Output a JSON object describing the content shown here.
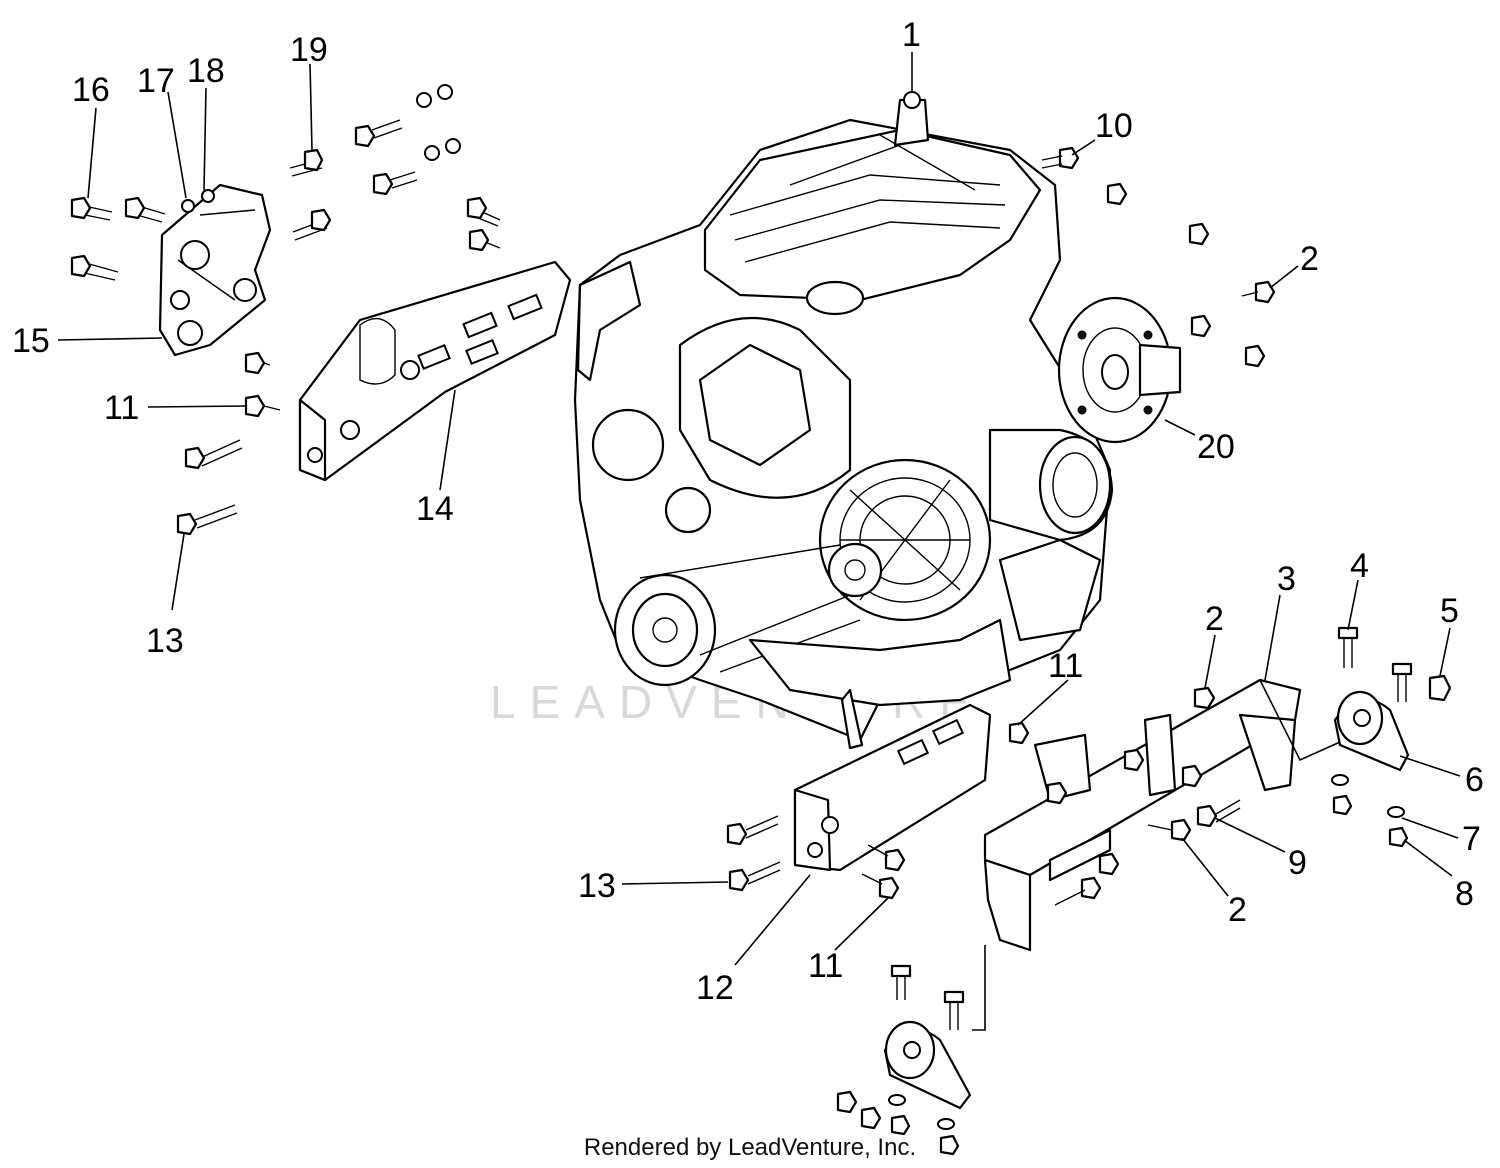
{
  "watermark": "LEADVENTURE",
  "footer": "Rendered by LeadVenture, Inc.",
  "callouts": {
    "c1": "1",
    "c2a": "2",
    "c2b": "2",
    "c2c": "2",
    "c3": "3",
    "c4": "4",
    "c5": "5",
    "c6": "6",
    "c7": "7",
    "c8": "8",
    "c9": "9",
    "c10": "10",
    "c11a": "11",
    "c11b": "11",
    "c11c": "11",
    "c12": "12",
    "c13a": "13",
    "c13b": "13",
    "c14": "14",
    "c15": "15",
    "c16": "16",
    "c17": "17",
    "c18": "18",
    "c19": "19",
    "c20": "20"
  }
}
